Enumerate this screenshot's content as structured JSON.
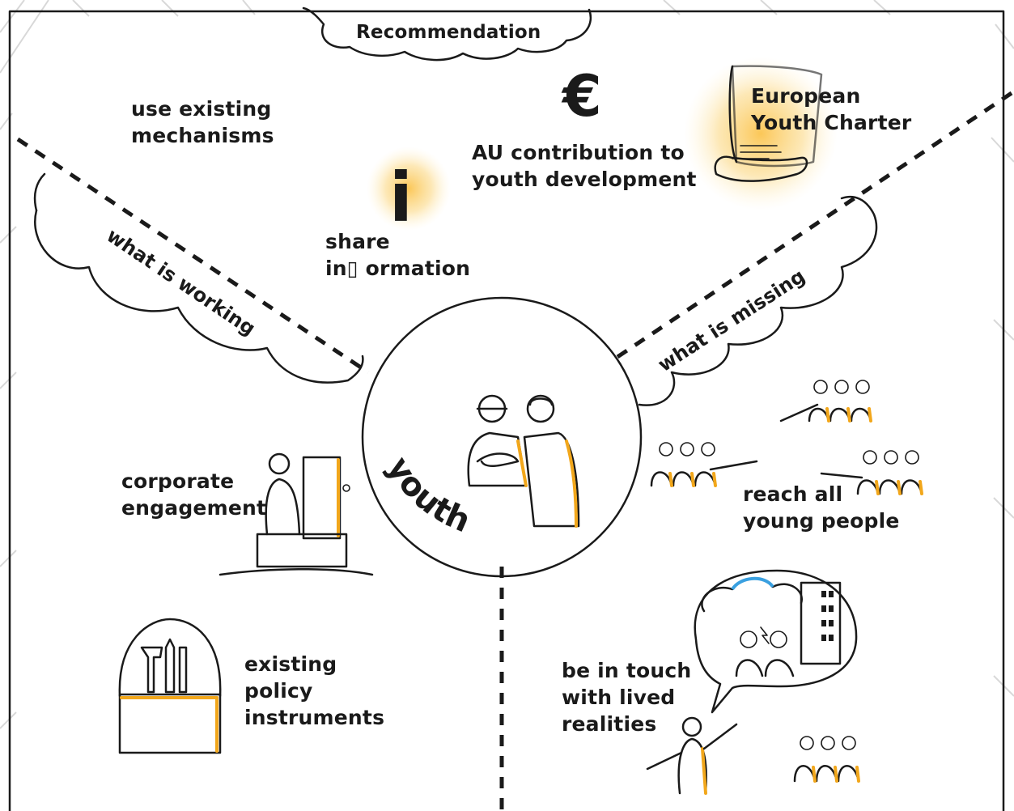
{
  "labels": {
    "recommendation": "Recommendation",
    "use_existing_mechanisms": [
      "use existing",
      "mechanisms"
    ],
    "au_contribution": [
      "AU contribution to",
      "youth development"
    ],
    "european_youth_charter": [
      "European",
      "Youth Charter"
    ],
    "share_information": [
      "share",
      "in▯ ormation"
    ],
    "what_is_working": "what is working",
    "what_is_missing": "what is missing",
    "youth": "youth",
    "corporate_engagement": [
      "corporate",
      "engagement"
    ],
    "reach_all_young_people": [
      "reach all",
      "young people"
    ],
    "existing_policy_instruments": [
      "existing",
      "policy",
      "instruments"
    ],
    "be_in_touch": [
      "be in touch",
      "with lived",
      "realities"
    ]
  },
  "symbols": {
    "euro": "€",
    "info": "i"
  },
  "colors": {
    "accent": "#f2a71b",
    "glow": "#fbc44f",
    "ink": "#1a1a1a",
    "cloud_highlight": "#3aa0e0"
  }
}
